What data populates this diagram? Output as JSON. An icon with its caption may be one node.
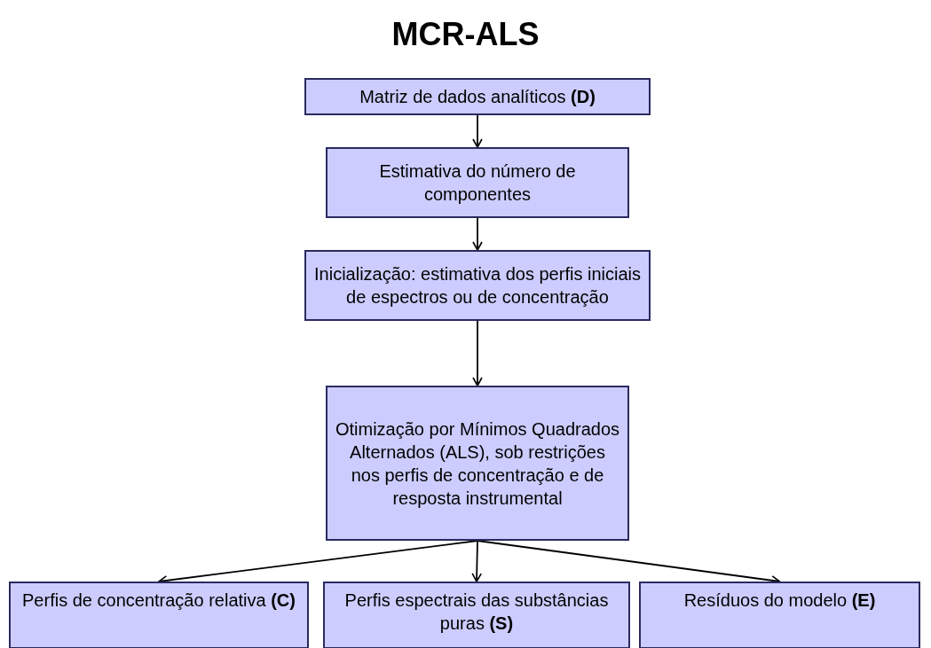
{
  "diagram": {
    "title": "MCR-ALS",
    "nodes": [
      {
        "text": [
          "Matriz de dados analíticos **(D)**"
        ]
      },
      {
        "text": [
          "Estimativa do número de componentes"
        ]
      },
      {
        "text": [
          "Inicialização: estimativa dos perfis iniciais de espectros ou de concentração"
        ]
      },
      {
        "text": [
          "Otimização por Mínimos Quadrados Alternados (ALS), sob restrições nos perfis de concentração e de resposta instrumental"
        ]
      },
      {
        "text": [
          "Perfis de concentração relativa **(C)**"
        ]
      },
      {
        "text": [
          "Perfis espectrais das substâncias puras **(S)**"
        ]
      },
      {
        "text": [
          "Resíduos do modelo **(E)**"
        ]
      }
    ],
    "edges": [
      {
        "from": 0,
        "to": 1,
        "arrow": "to"
      },
      {
        "from": 1,
        "to": 2,
        "arrow": "to"
      },
      {
        "from": 2,
        "to": 3,
        "arrow": "to"
      },
      {
        "from": 3,
        "to": 4,
        "arrow": "to"
      },
      {
        "from": 3,
        "to": 5,
        "arrow": "to"
      },
      {
        "from": 3,
        "to": 6,
        "arrow": "to"
      }
    ]
  }
}
